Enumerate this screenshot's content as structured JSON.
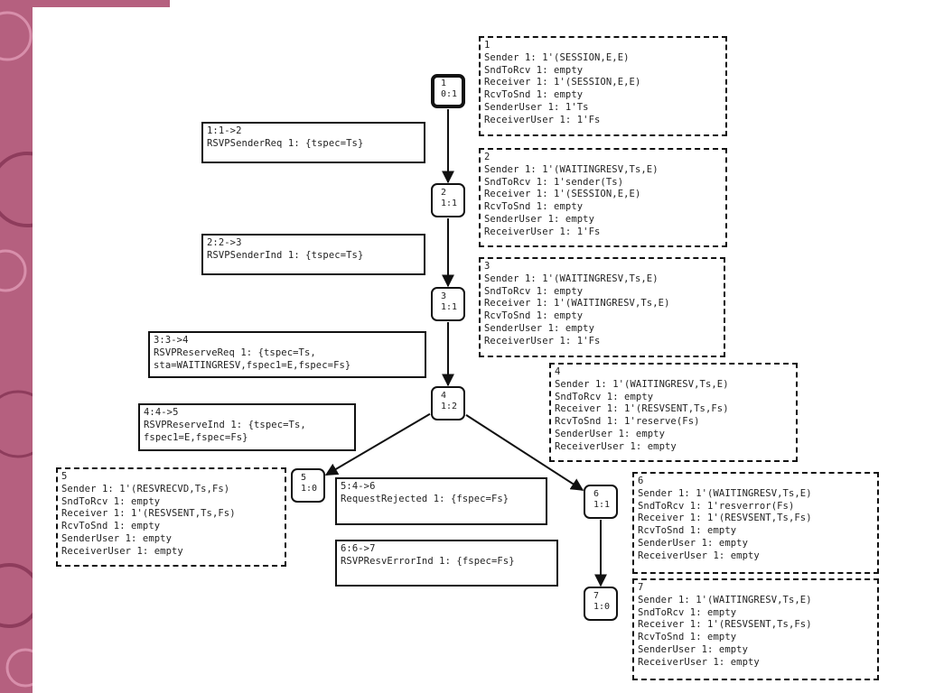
{
  "colors": {
    "accent": "#b5607f",
    "ink": "#111111",
    "text": "#222222",
    "background": "#ffffff"
  },
  "nodes": [
    {
      "id": "1",
      "name": "node-1",
      "label": "1",
      "sub": "0:1",
      "initial": true
    },
    {
      "id": "2",
      "name": "node-2",
      "label": "2",
      "sub": "1:1"
    },
    {
      "id": "3",
      "name": "node-3",
      "label": "3",
      "sub": "1:1"
    },
    {
      "id": "4",
      "name": "node-4",
      "label": "4",
      "sub": "1:2"
    },
    {
      "id": "5",
      "name": "node-5",
      "label": "5",
      "sub": "1:0"
    },
    {
      "id": "6",
      "name": "node-6",
      "label": "6",
      "sub": "1:1"
    },
    {
      "id": "7",
      "name": "node-7",
      "label": "7",
      "sub": "1:0"
    }
  ],
  "edges": [
    {
      "from": "1",
      "to": "2"
    },
    {
      "from": "2",
      "to": "3"
    },
    {
      "from": "3",
      "to": "4"
    },
    {
      "from": "4",
      "to": "5"
    },
    {
      "from": "4",
      "to": "6"
    },
    {
      "from": "6",
      "to": "7"
    }
  ],
  "state_boxes": [
    {
      "node": "1",
      "lines": [
        "1",
        "Sender 1: 1'(SESSION,E,E)",
        "SndToRcv 1: empty",
        "Receiver 1: 1'(SESSION,E,E)",
        "RcvToSnd 1: empty",
        "SenderUser 1: 1'Ts",
        "ReceiverUser 1: 1'Fs"
      ]
    },
    {
      "node": "2",
      "lines": [
        "2",
        "Sender 1: 1'(WAITINGRESV,Ts,E)",
        "SndToRcv 1: 1'sender(Ts)",
        "Receiver 1: 1'(SESSION,E,E)",
        "RcvToSnd 1: empty",
        "SenderUser 1: empty",
        "ReceiverUser 1: 1'Fs"
      ]
    },
    {
      "node": "3",
      "lines": [
        "3",
        "Sender 1: 1'(WAITINGRESV,Ts,E)",
        "SndToRcv 1: empty",
        "Receiver 1: 1'(WAITINGRESV,Ts,E)",
        "RcvToSnd 1: empty",
        "SenderUser 1: empty",
        "ReceiverUser 1: 1'Fs"
      ]
    },
    {
      "node": "4",
      "lines": [
        "4",
        "Sender 1: 1'(WAITINGRESV,Ts,E)",
        "SndToRcv 1: empty",
        "Receiver 1: 1'(RESVSENT,Ts,Fs)",
        "RcvToSnd 1: 1'reserve(Fs)",
        "SenderUser 1: empty",
        "ReceiverUser 1: empty"
      ]
    },
    {
      "node": "5",
      "lines": [
        "5",
        "Sender 1: 1'(RESVRECVD,Ts,Fs)",
        "SndToRcv 1: empty",
        "Receiver 1: 1'(RESVSENT,Ts,Fs)",
        "RcvToSnd 1: empty",
        "SenderUser 1: empty",
        "ReceiverUser 1: empty"
      ]
    },
    {
      "node": "6",
      "lines": [
        "6",
        "Sender 1: 1'(WAITINGRESV,Ts,E)",
        "SndToRcv 1: 1'resverror(Fs)",
        "Receiver 1: 1'(RESVSENT,Ts,Fs)",
        "RcvToSnd 1: empty",
        "SenderUser 1: empty",
        "ReceiverUser 1: empty"
      ]
    },
    {
      "node": "7",
      "lines": [
        "7",
        "Sender 1: 1'(WAITINGRESV,Ts,E)",
        "SndToRcv 1: empty",
        "Receiver 1: 1'(RESVSENT,Ts,Fs)",
        "RcvToSnd 1: empty",
        "SenderUser 1: empty",
        "ReceiverUser 1: empty"
      ]
    }
  ],
  "edge_labels": [
    {
      "edge": "1->2",
      "lines": [
        "1:1->2",
        "RSVPSenderReq 1: {tspec=Ts}"
      ]
    },
    {
      "edge": "2->3",
      "lines": [
        "2:2->3",
        "RSVPSenderInd 1: {tspec=Ts}"
      ]
    },
    {
      "edge": "3->4",
      "lines": [
        "3:3->4",
        "RSVPReserveReq 1: {tspec=Ts,",
        "sta=WAITINGRESV,fspec1=E,fspec=Fs}"
      ]
    },
    {
      "edge": "4->5",
      "lines": [
        "4:4->5",
        "RSVPReserveInd 1: {tspec=Ts,",
        "fspec1=E,fspec=Fs}"
      ]
    },
    {
      "edge": "4->6",
      "lines": [
        "5:4->6",
        "RequestRejected 1: {fspec=Fs}"
      ]
    },
    {
      "edge": "6->7",
      "lines": [
        "6:6->7",
        "RSVPResvErrorInd 1: {fspec=Fs}"
      ]
    }
  ]
}
